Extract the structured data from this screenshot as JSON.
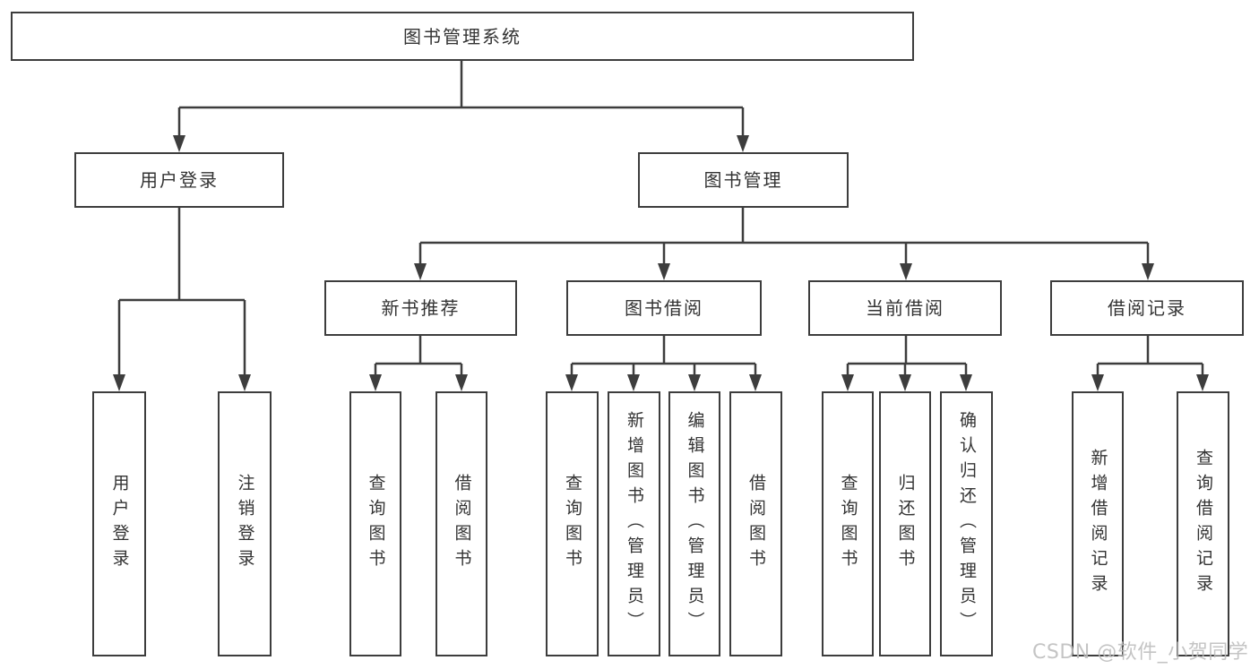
{
  "diagram": {
    "title": "图书管理系统",
    "root": {
      "label": "图书管理系统"
    },
    "branches": [
      {
        "label": "用户登录",
        "children": [
          {
            "label": "用户登录"
          },
          {
            "label": "注销登录"
          }
        ]
      },
      {
        "label": "图书管理",
        "children": [
          {
            "label": "新书推荐",
            "children": [
              {
                "label": "查询图书"
              },
              {
                "label": "借阅图书"
              }
            ]
          },
          {
            "label": "图书借阅",
            "children": [
              {
                "label": "查询图书"
              },
              {
                "label": "新增图书（管理员）"
              },
              {
                "label": "编辑图书（管理员）"
              },
              {
                "label": "借阅图书"
              }
            ]
          },
          {
            "label": "当前借阅",
            "children": [
              {
                "label": "查询图书"
              },
              {
                "label": "归还图书"
              },
              {
                "label": "确认归还（管理员）"
              }
            ]
          },
          {
            "label": "借阅记录",
            "children": [
              {
                "label": "新增借阅记录"
              },
              {
                "label": "查询借阅记录"
              }
            ]
          }
        ]
      }
    ]
  },
  "watermark": {
    "text": "CSDN @软件_小贺同学"
  },
  "colors": {
    "line": "#3d3d3d",
    "text": "#333333",
    "background": "#ffffff",
    "watermark": "#bdbdbd"
  }
}
